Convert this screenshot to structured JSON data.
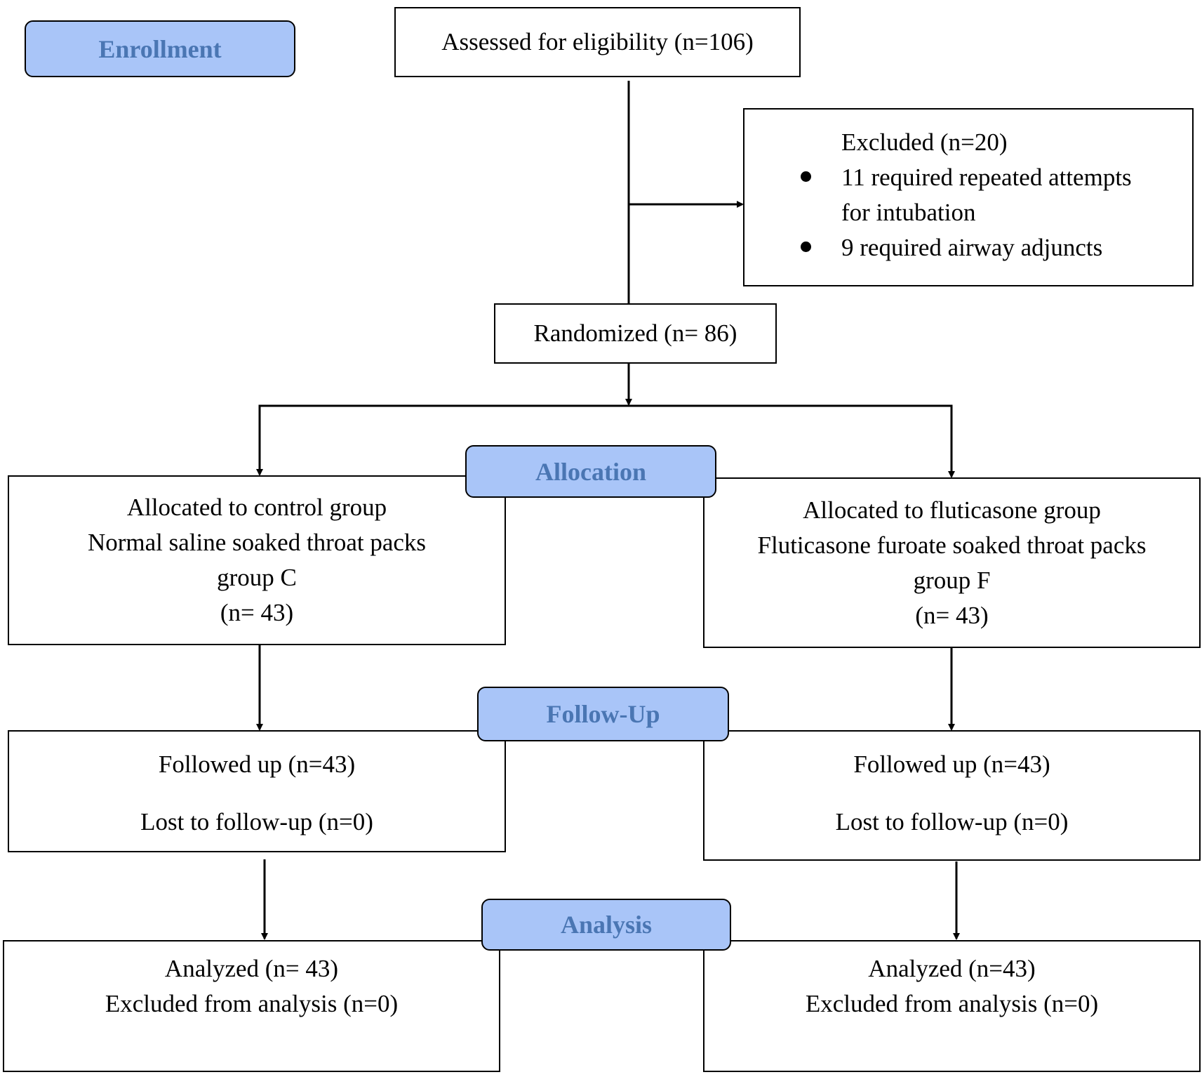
{
  "stages": {
    "enrollment": "Enrollment",
    "allocation": "Allocation",
    "follow_up": "Follow-Up",
    "analysis": "Analysis"
  },
  "assessed": "Assessed for eligibility (n=106)",
  "excluded": {
    "title": "Excluded (n=20)",
    "reasons": [
      "11 required repeated attempts",
      "for intubation",
      "9 required airway adjuncts"
    ]
  },
  "randomized": "Randomized (n= 86)",
  "control": {
    "allocation": [
      "Allocated to control group",
      "Normal saline soaked throat packs",
      "group C",
      "(n= 43)"
    ],
    "followed_up": "Followed up (n=43)",
    "lost": "Lost to follow-up (n=0)",
    "analyzed": "Analyzed (n= 43)",
    "excluded_analysis": "Excluded from analysis (n=0)"
  },
  "fluticasone": {
    "allocation": [
      "Allocated to fluticasone group",
      "Fluticasone furoate soaked throat packs",
      "group F",
      "(n= 43)"
    ],
    "followed_up": "Followed up (n=43)",
    "lost": "Lost to follow-up (n=0)",
    "analyzed": "Analyzed (n=43)",
    "excluded_analysis": "Excluded from analysis (n=0)"
  }
}
